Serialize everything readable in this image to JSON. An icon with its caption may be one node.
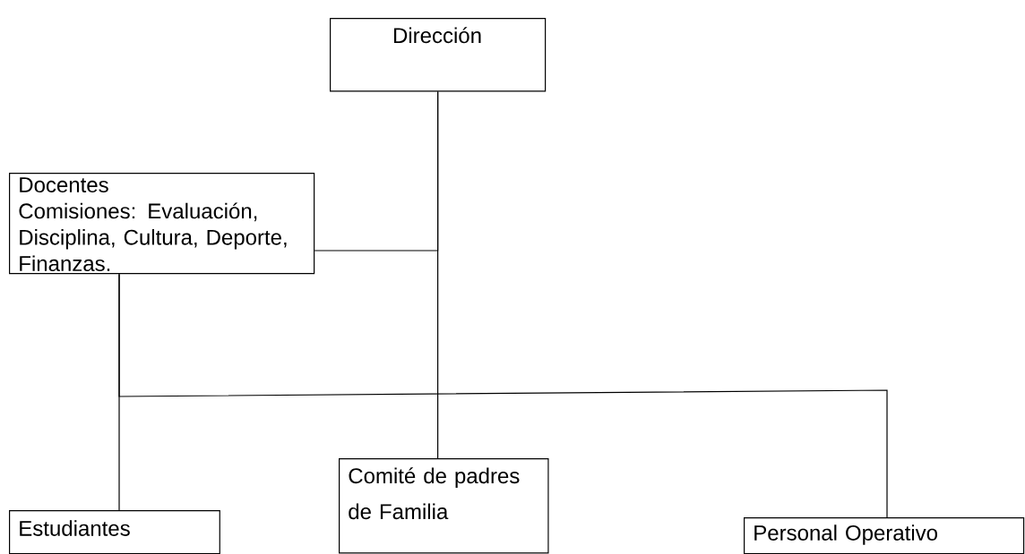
{
  "diagram": {
    "nodes": [
      {
        "text": [
          "Dirección"
        ]
      },
      {
        "text": [
          "Docentes",
          "Comisiones: Evaluación, Disciplina, Cultura, Deporte, Finanzas."
        ]
      },
      {
        "text": [
          "Estudiantes"
        ]
      },
      {
        "text": [
          "Comité de padres de Familia"
        ]
      },
      {
        "text": [
          "Personal Operativo"
        ]
      }
    ],
    "edges": [
      {
        "from": 1,
        "to": 0,
        "arrow": "none"
      },
      {
        "from": 0,
        "to": 3,
        "arrow": "none"
      },
      {
        "from": 1,
        "to": 2,
        "arrow": "none"
      },
      {
        "from": 1,
        "to": 4,
        "arrow": "none"
      }
    ]
  }
}
